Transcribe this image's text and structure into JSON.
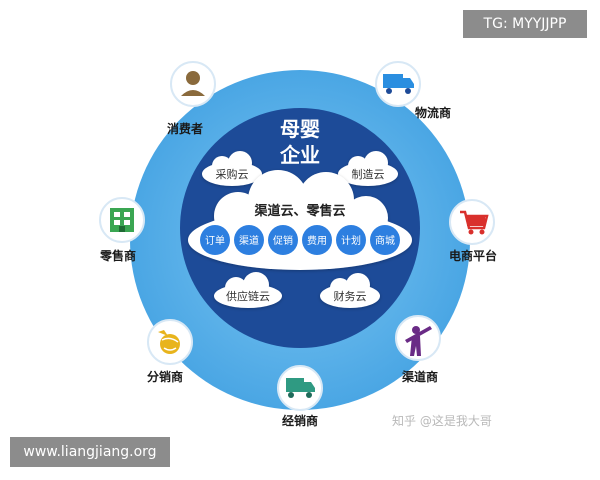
{
  "center": {
    "title_line1": "母婴",
    "title_line2": "企业"
  },
  "main_cloud": {
    "title": "渠道云、零售云",
    "pills": [
      "订单",
      "渠道",
      "促销",
      "费用",
      "计划",
      "商城"
    ]
  },
  "small_clouds": {
    "procurement": "采购云",
    "manufacturing": "制造云",
    "supply_chain": "供应链云",
    "finance": "财务云"
  },
  "nodes": {
    "consumer": "消费者",
    "logistics": "物流商",
    "ecommerce": "电商平台",
    "channel": "渠道商",
    "distributor": "经销商",
    "reseller": "分销商",
    "retailer": "零售商"
  },
  "watermarks": {
    "tg": "TG: MYYJJPP",
    "site": "www.liangjiang.org",
    "zhihu": "知乎 @这是我大哥"
  },
  "colors": {
    "outer_ring": "#5ab4ec",
    "inner_circle": "#1d4b98",
    "pill": "#2d7fe0",
    "badge": "#8c8c8c"
  }
}
